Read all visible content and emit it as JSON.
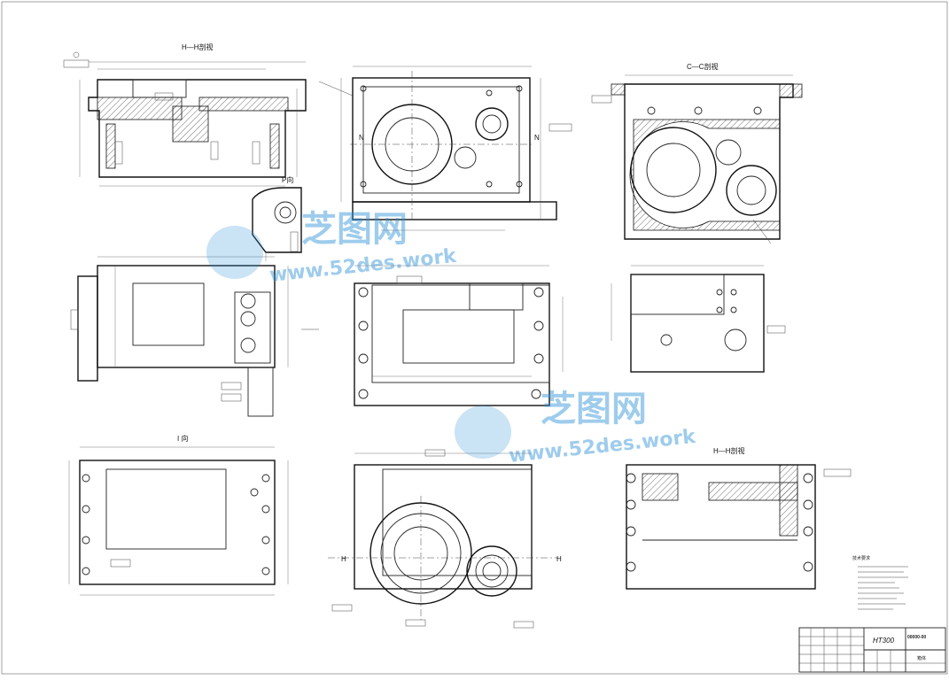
{
  "drawing": {
    "view_labels": {
      "a_section": "H—H剖视",
      "c_section": "C—C剖视",
      "p_view": "P向",
      "i_view": "I 向",
      "h_section": "H—H剖视"
    },
    "cut_marks": {
      "h": "H",
      "n": "N"
    },
    "material": "HT300",
    "part_name": "箱体",
    "title_code": "00000-00",
    "notes_title": "技术要求",
    "watermark": {
      "brand": "芝图网",
      "url": "www.52des.work"
    },
    "colors": {
      "line": "#222222",
      "watermark": "#2a8fd6",
      "background": "#ffffff"
    }
  }
}
